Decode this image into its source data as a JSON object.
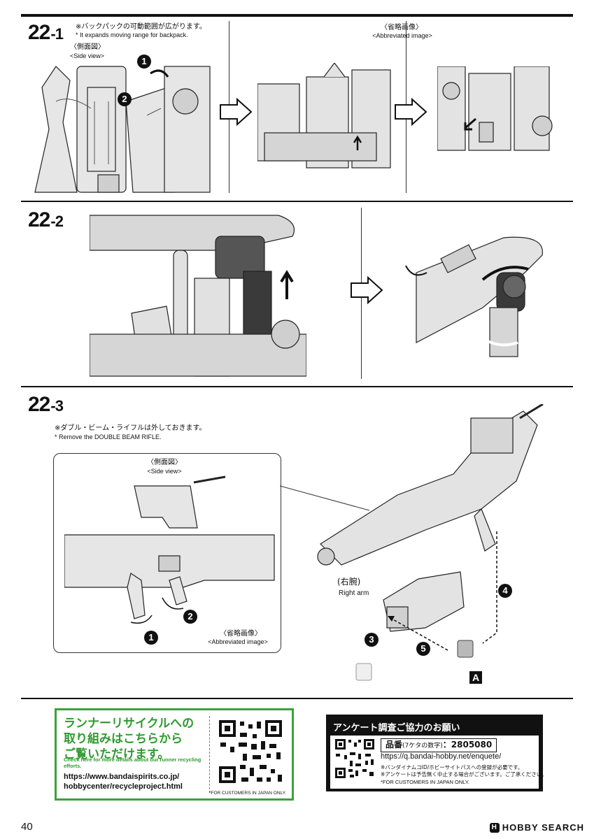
{
  "steps": {
    "s1": {
      "num": "22",
      "sub": "-1",
      "note_jp": "※バックパックの可動範囲が広がります。",
      "note_en": "* It expands moving range for backpack.",
      "side_jp": "〈側面図〉",
      "side_en": "<Side view>",
      "abbr_jp": "〈省略画像〉",
      "abbr_en": "<Abbreviated image>",
      "badges": [
        "1",
        "2"
      ]
    },
    "s2": {
      "num": "22",
      "sub": "-2"
    },
    "s3": {
      "num": "22",
      "sub": "-3",
      "note_jp": "※ダブル・ビーム・ライフルは外しておきます。",
      "note_en": "* Remove the DOUBLE BEAM RIFLE.",
      "side_jp": "〈側面図〉",
      "side_en": "<Side view>",
      "abbr_jp": "〈省略画像〉",
      "abbr_en": "<Abbreviated image>",
      "right_arm_jp": "(右腕)",
      "right_arm_en": "Right arm",
      "badges": [
        "1",
        "2",
        "3",
        "4",
        "5"
      ],
      "part": "A"
    }
  },
  "recycle": {
    "jp_line1": "ランナーリサイクルへの",
    "jp_line2": "取り組みはこちらから",
    "jp_line3": "ご覧いただけます。",
    "en_text": "Check here for more details about our runner recycling efforts.",
    "url1": "https://www.bandaispirits.co.jp/",
    "url2": "hobbycenter/recycleproject.html",
    "foot": "*FOR CUSTOMERS IN JAPAN ONLY."
  },
  "survey": {
    "title": "アンケート調査ご協力のお願い",
    "product_label": "品番",
    "product_hint": "(7ケタの数字)",
    "product_code": "：2805080",
    "url": "https://q.bandai-hobby.net/enquete/",
    "note1": "※バンダイナムコID/ホビーサイトパスへの登録が必要です。",
    "note2": "※アンケートは予告無く中止する場合がございます。ご了承ください。",
    "note3": "*FOR CUSTOMERS IN JAPAN ONLY."
  },
  "footer": {
    "page": "40",
    "brand": "HOBBY SEARCH",
    "brand_icon": "H"
  },
  "colors": {
    "green": "#3aa23a",
    "black": "#111111",
    "part_gray": "#b9b9b9"
  }
}
